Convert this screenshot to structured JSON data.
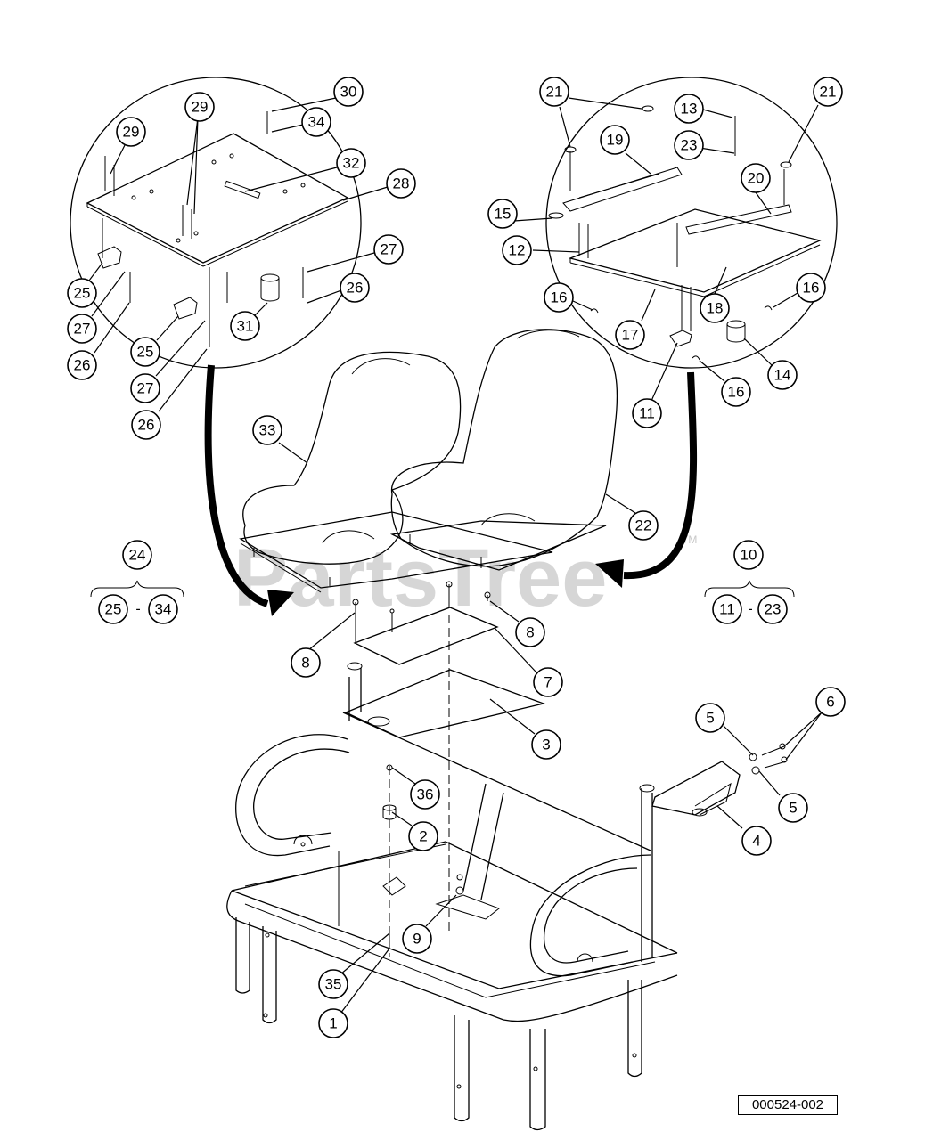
{
  "watermark": "PartsTree",
  "watermark_tm": "TM",
  "doc_id": "000524-002",
  "callouts": [
    "1",
    "2",
    "3",
    "4",
    "5",
    "5",
    "6",
    "7",
    "8",
    "8",
    "9",
    "10",
    "11",
    "11",
    "12",
    "13",
    "14",
    "15",
    "16",
    "16",
    "16",
    "17",
    "18",
    "19",
    "20",
    "21",
    "21",
    "22",
    "23",
    "23",
    "24",
    "25",
    "25",
    "25",
    "26",
    "26",
    "26",
    "27",
    "27",
    "27",
    "28",
    "29",
    "29",
    "30",
    "31",
    "32",
    "33",
    "34",
    "34",
    "35",
    "36"
  ],
  "range_separator": "-"
}
